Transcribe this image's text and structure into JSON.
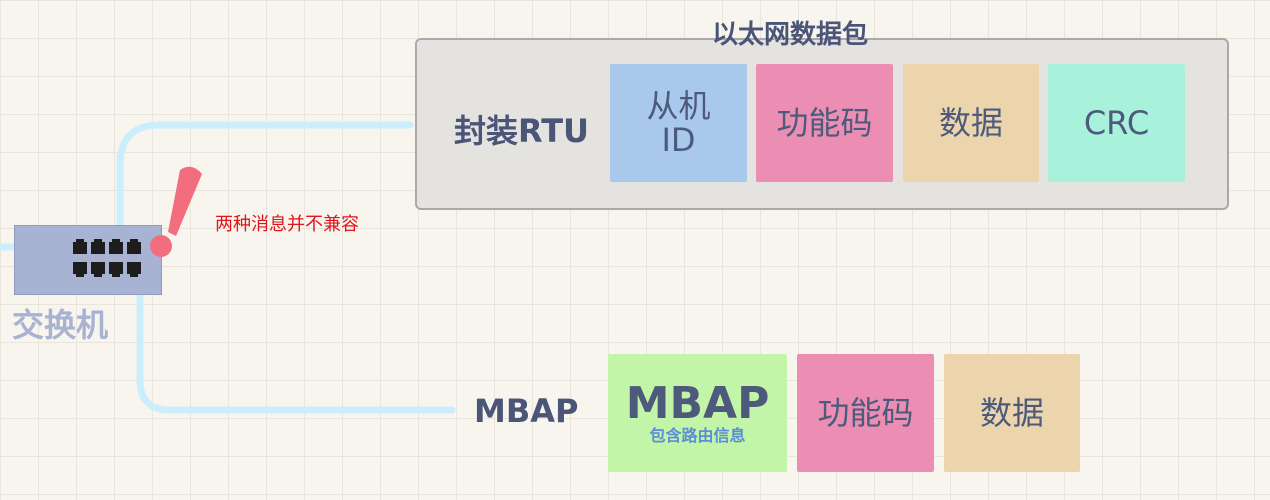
{
  "ethernet_packet": {
    "title": "以太网数据包",
    "wrap_label": "封装RTU",
    "fields": {
      "slave_id": "从机\nID",
      "function_code": "功能码",
      "data": "数据",
      "crc": "CRC"
    }
  },
  "mbap_packet": {
    "label": "MBAP",
    "mbap_field": "MBAP",
    "mbap_sub": "包含路由信息",
    "function_code": "功能码",
    "data": "数据"
  },
  "switch": {
    "label": "交换机"
  },
  "warning": {
    "text": "两种消息并不兼容"
  },
  "colors": {
    "slave_id": "#a8c9ec",
    "function_code": "#ec8eb3",
    "data": "#ecd5ad",
    "crc": "#a8f2dc",
    "mbap": "#c2f5a8",
    "wire": "#cbeefc",
    "alert": "#f26e7e",
    "switch": "#a8b2d3"
  }
}
